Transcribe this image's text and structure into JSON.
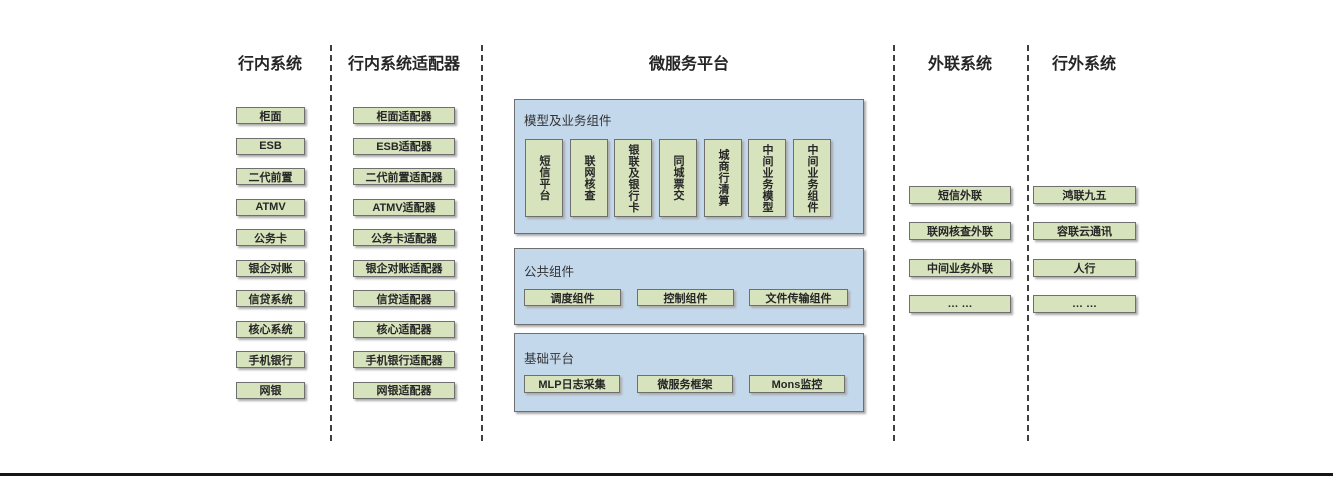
{
  "diagram": {
    "columns": {
      "internal": {
        "title": "行内系统",
        "items": [
          "柜面",
          "ESB",
          "二代前置",
          "ATMV",
          "公务卡",
          "银企对账",
          "信贷系统",
          "核心系统",
          "手机银行",
          "网银"
        ]
      },
      "adapters": {
        "title": "行内系统适配器",
        "items": [
          "柜面适配器",
          "ESB适配器",
          "二代前置适配器",
          "ATMV适配器",
          "公务卡适配器",
          "银企对账适配器",
          "信贷适配器",
          "核心适配器",
          "手机银行适配器",
          "网银适配器"
        ]
      },
      "platform": {
        "title": "微服务平台",
        "groups": [
          {
            "title": "模型及业务组件",
            "items": [
              "短信平台",
              "联网核查",
              "银联及银行卡",
              "同城票交",
              "城商行清算",
              "中间业务模型",
              "中间业务组件"
            ]
          },
          {
            "title": "公共组件",
            "items": [
              "调度组件",
              "控制组件",
              "文件传输组件"
            ]
          },
          {
            "title": "基础平台",
            "items": [
              "MLP日志采集",
              "微服务框架",
              "Mons监控"
            ]
          }
        ]
      },
      "external_link": {
        "title": "外联系统",
        "items": [
          "短信外联",
          "联网核查外联",
          "中间业务外联",
          "… …"
        ]
      },
      "outside": {
        "title": "行外系统",
        "items": [
          "鸿联九五",
          "容联云通讯",
          "人行",
          "… …"
        ]
      }
    },
    "colors": {
      "box_green": "#d7e3bd",
      "box_blue": "#c4d8ec",
      "border_gray": "#6f6f6f",
      "dash_gray": "#3f3f3f",
      "bottom_line": "#151515",
      "text_dark": "#262626"
    }
  }
}
